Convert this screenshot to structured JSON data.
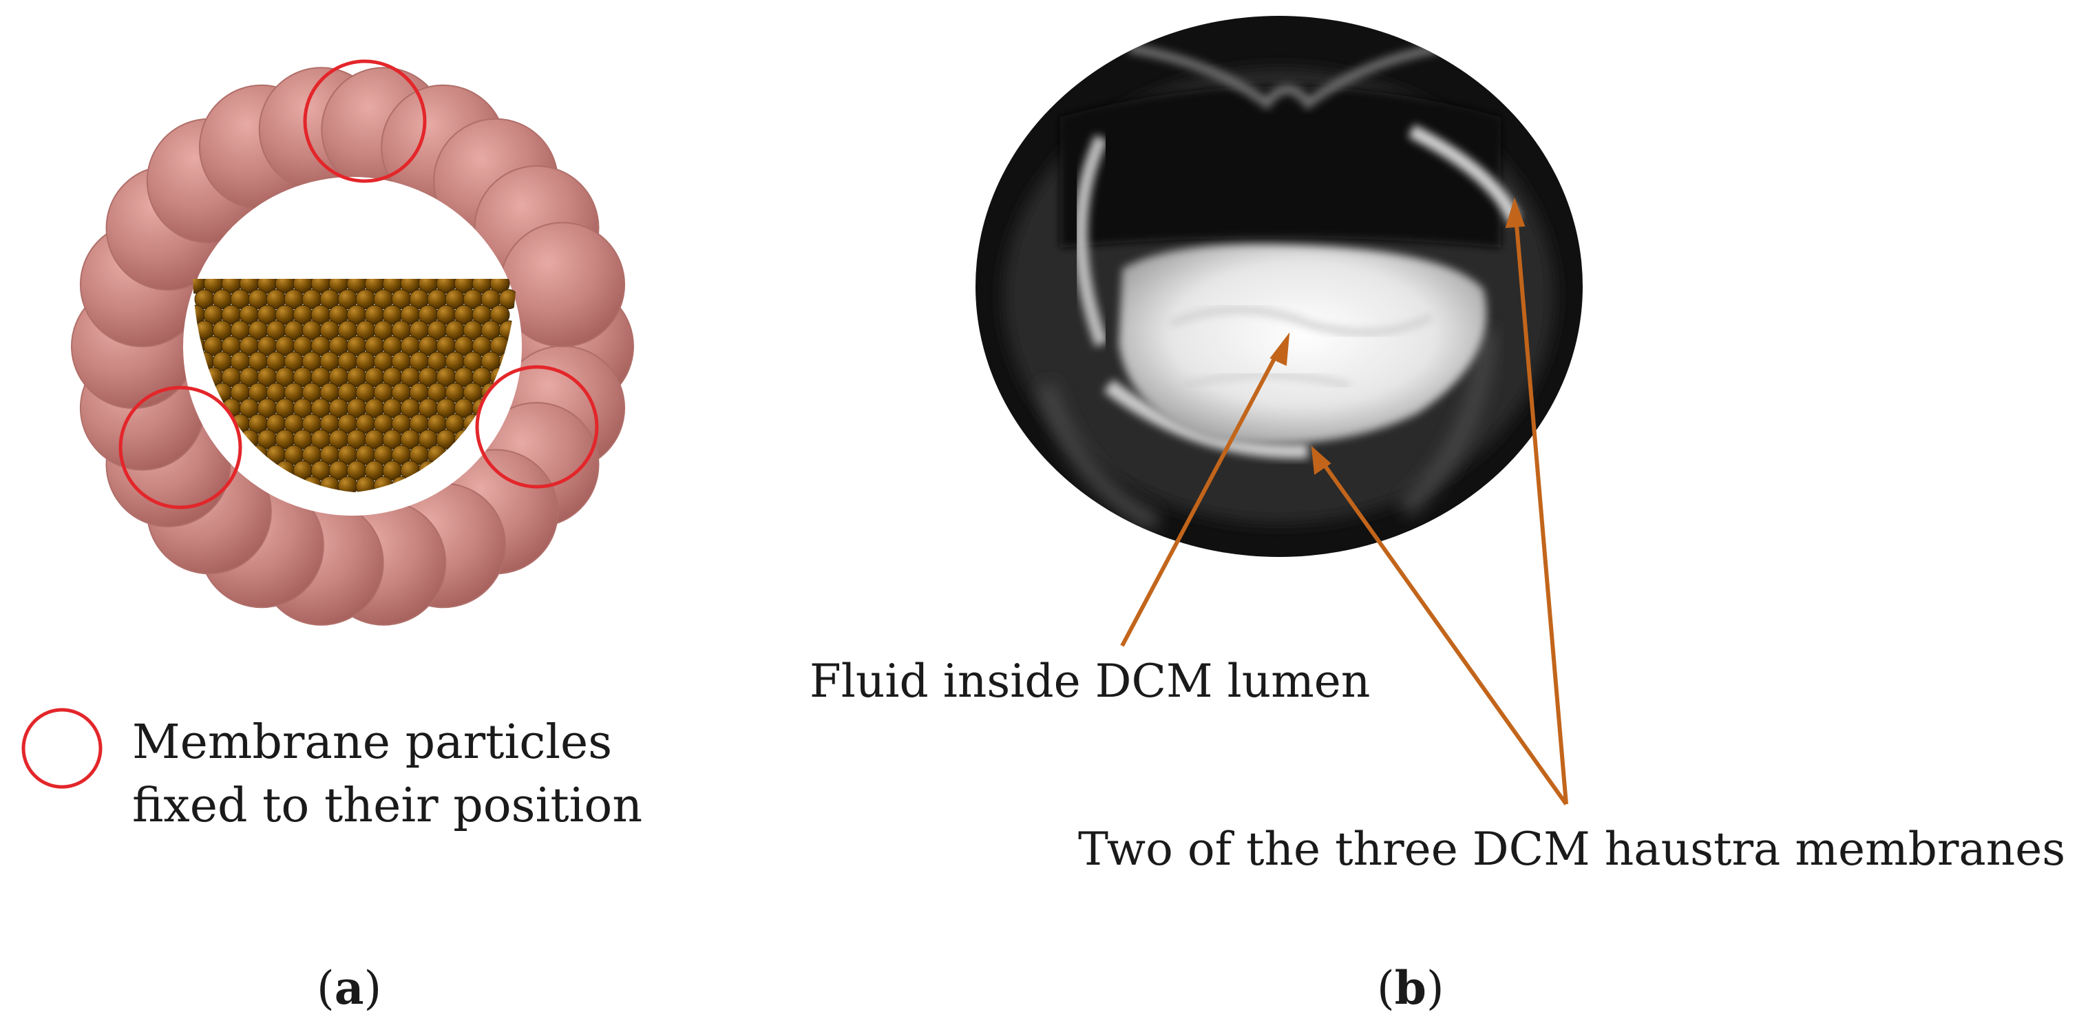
{
  "colors": {
    "membrane": "#c98580",
    "fluid_particle": "#7a4f06",
    "fixed_marker": "#e3262a",
    "arrow": "#c2651b",
    "mri_bg": "#101010"
  },
  "panel_a": {
    "legend": {
      "icon": "red-circle-icon",
      "line1": "Membrane particles",
      "line2": "fixed to their position"
    },
    "label_open": "(",
    "label_letter": "a",
    "label_close": ")"
  },
  "panel_b": {
    "annotation_fluid": "Fluid inside DCM lumen",
    "annotation_membranes": "Two of the three DCM haustra membranes",
    "label_open": "(",
    "label_letter": "b",
    "label_close": ")"
  }
}
